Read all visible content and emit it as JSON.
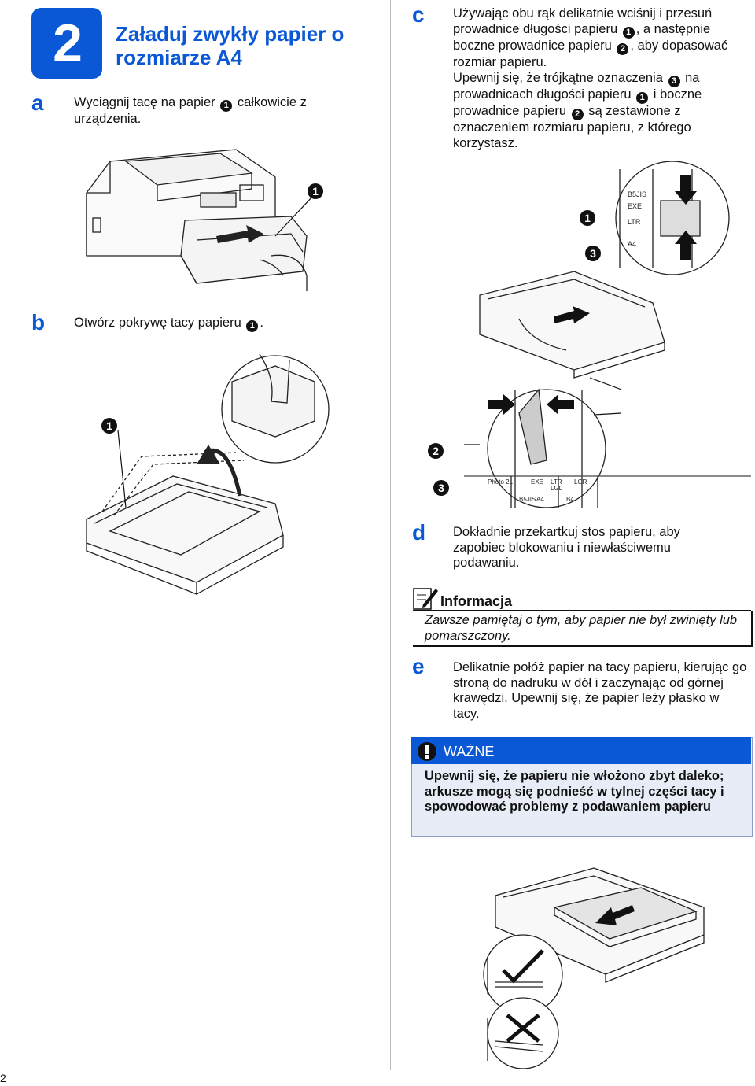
{
  "header": {
    "step_number": "2",
    "title": "Załaduj zwykły papier o rozmiarze A4"
  },
  "steps": {
    "a": {
      "letter": "a",
      "text_1": "Wyciągnij tacę na papier",
      "circle": "1",
      "text_2": "całkowicie z urządzenia."
    },
    "b": {
      "letter": "b",
      "text_1": "Otwórz pokrywę tacy papieru",
      "circle": "1",
      "text_2": "."
    },
    "c": {
      "letter": "c",
      "p1_a": "Używając obu rąk delikatnie wciśnij i przesuń prowadnice długości papieru",
      "p1_c1": "1",
      "p1_b": ", a następnie boczne prowadnice papieru",
      "p1_c2": "2",
      "p1_c": ", aby dopasować rozmiar papieru.",
      "p2_a": "Upewnij się, że trójkątne oznaczenia",
      "p2_c3": "3",
      "p2_b": "na prowadnicach długości papieru",
      "p2_c1": "1",
      "p2_c": "i boczne prowadnice papieru",
      "p2_c2": "2",
      "p2_d": "są zestawione z oznaczeniem rozmiaru papieru, z którego korzystasz."
    },
    "d": {
      "letter": "d",
      "text": "Dokładnie przekartkuj stos papieru, aby zapobiec blokowaniu i niewłaściwemu podawaniu."
    },
    "e": {
      "letter": "e",
      "text": "Delikatnie połóż papier na tacy papieru, kierując go stroną do nadruku w dół i zaczynając od górnej krawędzi. Upewnij się, że papier leży płasko w tacy."
    }
  },
  "note": {
    "title": "Informacja",
    "text": "Zawsze pamiętaj o tym, aby papier nie był zwinięty lub pomarszczony."
  },
  "warning": {
    "title": "WAŻNE",
    "text": "Upewnij się, że papieru nie włożono zbyt daleko; arkusze mogą się podnieść w tylnej części tacy i spowodować problemy z podawaniem papieru"
  },
  "callouts": {
    "one": "1",
    "two": "2",
    "three": "3"
  },
  "tray_marks": {
    "b5jis": "B5JIS",
    "exe": "EXE",
    "ltr": "LTR",
    "a4": "A4",
    "photo2l": "Photo 2L",
    "lgl": "LGL",
    "b4": "B4",
    "lgr": "LGR"
  },
  "page_number": "2",
  "colors": {
    "accent": "#0a58d6",
    "warning_bg": "#e7ecf7"
  }
}
